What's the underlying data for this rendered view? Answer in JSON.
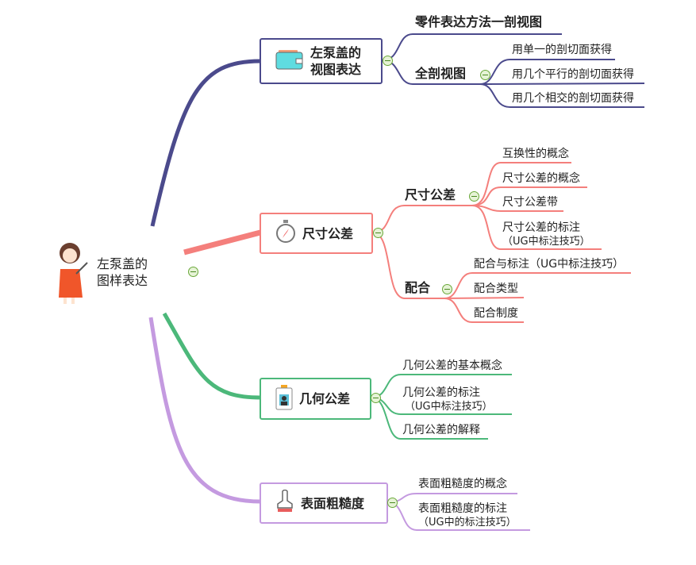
{
  "root": {
    "label_line1": "左泵盖的",
    "label_line2": "图样表达"
  },
  "branches": [
    {
      "title_line1": "左泵盖的",
      "title_line2": "视图表达",
      "icon": "wallet-icon",
      "color": "#4b4a8c",
      "children": [
        {
          "label": "零件表达方法一剖视图"
        },
        {
          "label": "全剖视图",
          "children": [
            "用单一的剖切面获得",
            "用几个平行的剖切面获得",
            "用几个相交的剖切面获得"
          ]
        }
      ]
    },
    {
      "title": "尺寸公差",
      "icon": "compass-icon",
      "color": "#f47f7c",
      "children": [
        {
          "label": "尺寸公差",
          "children": [
            "互换性的概念",
            "尺寸公差的概念",
            "尺寸公差带",
            "尺寸公差的标注",
            "（UG中标注技巧）"
          ]
        },
        {
          "label": "配合",
          "children": [
            "配合与标注（UG中标注技巧）",
            "配合类型",
            "配合制度"
          ]
        }
      ]
    },
    {
      "title": "几何公差",
      "icon": "id-badge-icon",
      "color": "#4cb87a",
      "children": [
        "几何公差的基本概念",
        "几何公差的标注",
        "（UG中标注技巧）",
        "几何公差的解释"
      ]
    },
    {
      "title": "表面粗糙度",
      "icon": "stamp-icon",
      "color": "#c49ae0",
      "children": [
        "表面粗糙度的概念",
        "表面粗糙度的标注",
        "（UG中的标注技巧）"
      ]
    }
  ]
}
